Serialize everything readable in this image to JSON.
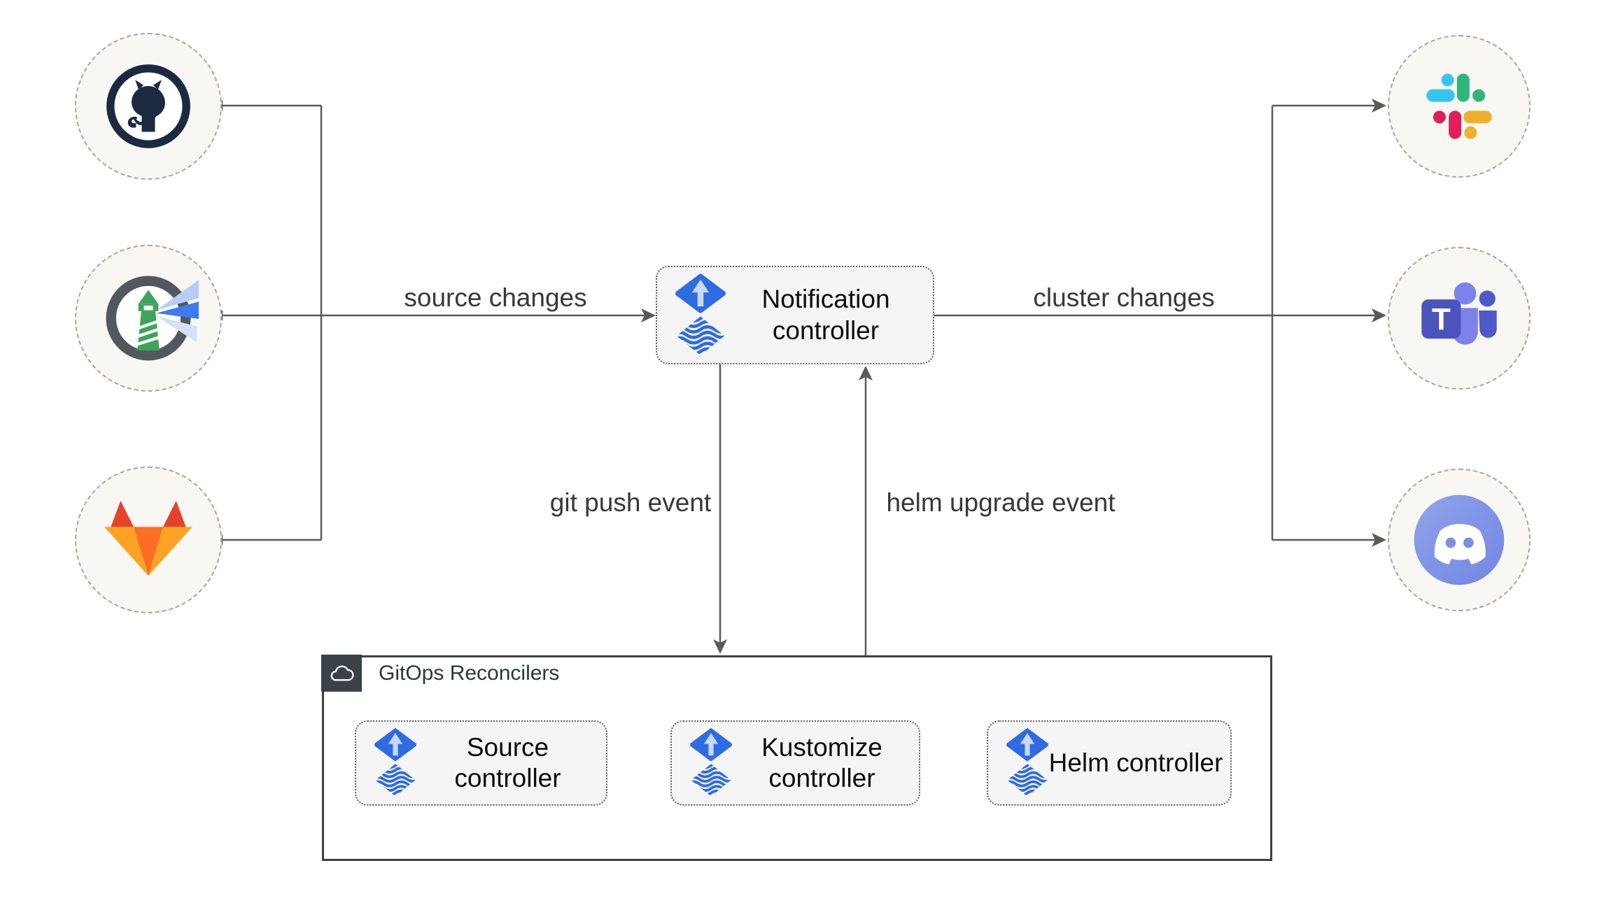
{
  "nodes": {
    "notification": "Notification controller",
    "source": "Source controller",
    "kustomize": "Kustomize controller",
    "helm": "Helm controller"
  },
  "edges": {
    "source_changes": "source changes",
    "cluster_changes": "cluster changes",
    "git_push_event": "git push event",
    "helm_upgrade_event": "helm upgrade event"
  },
  "container": {
    "label": "GitOps Reconcilers",
    "icon": "cloud-icon"
  },
  "sources": [
    {
      "icon": "github-icon"
    },
    {
      "icon": "harbor-icon"
    },
    {
      "icon": "gitlab-icon"
    }
  ],
  "targets": [
    {
      "icon": "slack-icon"
    },
    {
      "icon": "teams-icon",
      "letter": "T"
    },
    {
      "icon": "discord-icon"
    }
  ],
  "colors": {
    "flux_blue": "#2f6be2",
    "flux_arrow": "#c9d8f8",
    "connector_gray": "#5a5a5a",
    "node_fill": "#f5f5f5",
    "node_border": "#5f5f5f",
    "circle_fill": "#f8f7f4",
    "circle_border": "#a5a5a5",
    "container_border": "#3f3f3f",
    "badge_bg": "#3a4147",
    "github_dark": "#1b2a41",
    "harbor_green": "#3fa45b",
    "harbor_ring": "#53585e",
    "harbor_beam": "#3c7bf0",
    "gitlab_red": "#e24329",
    "gitlab_orange": "#fc6d26",
    "gitlab_amber": "#fca326",
    "slack_blue": "#36c5f0",
    "slack_green": "#2eb67d",
    "slack_red": "#e01e5a",
    "slack_yellow": "#ecb22e",
    "teams_purple": "#4b53bc",
    "discord_blurple": "#8097e6"
  }
}
